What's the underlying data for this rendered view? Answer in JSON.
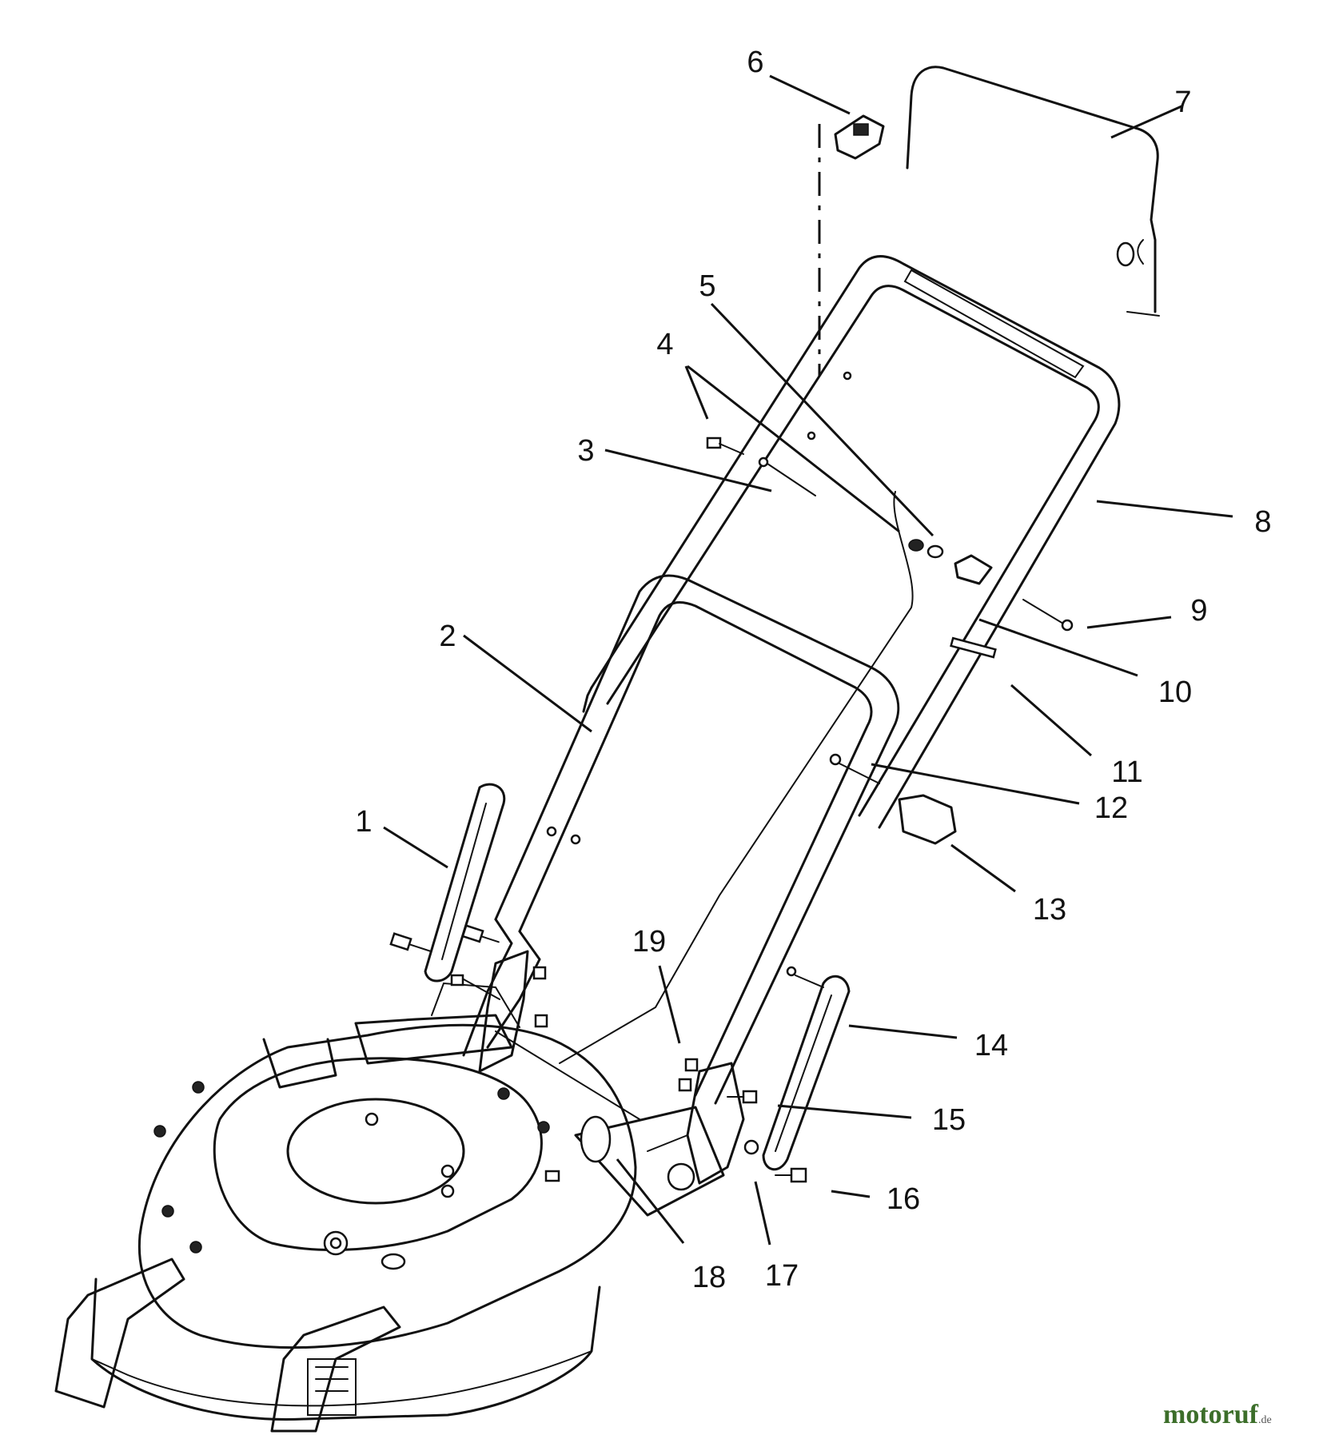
{
  "callouts": [
    {
      "label": "1"
    },
    {
      "label": "2"
    },
    {
      "label": "3"
    },
    {
      "label": "4"
    },
    {
      "label": "5"
    },
    {
      "label": "6"
    },
    {
      "label": "7"
    },
    {
      "label": "8"
    },
    {
      "label": "9"
    },
    {
      "label": "10"
    },
    {
      "label": "11"
    },
    {
      "label": "12"
    },
    {
      "label": "13"
    },
    {
      "label": "14"
    },
    {
      "label": "15"
    },
    {
      "label": "16"
    },
    {
      "label": "17"
    },
    {
      "label": "18"
    },
    {
      "label": "19"
    }
  ],
  "watermark": {
    "name": "motoruf",
    "tld": ".de",
    "color": "#3c6e2a"
  }
}
